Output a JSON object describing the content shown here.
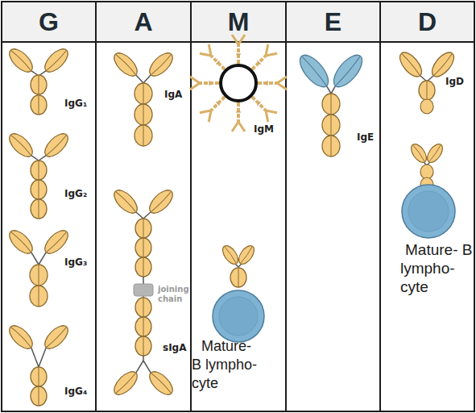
{
  "diagram": {
    "nodes": [
      {
        "text": [
          "G"
        ]
      },
      {
        "text": [
          "A"
        ]
      },
      {
        "text": [
          "M"
        ]
      },
      {
        "text": [
          "E"
        ]
      },
      {
        "text": [
          "D"
        ]
      }
    ],
    "labels": [
      "IgG₁",
      "IgG₂",
      "IgG₃",
      "IgG₄",
      "IgA",
      "joining chain",
      "sIgA",
      "IgM",
      "Mature- B lympho- cyte",
      "IgE",
      "IgD",
      "Mature- B lympho- cyte"
    ]
  }
}
